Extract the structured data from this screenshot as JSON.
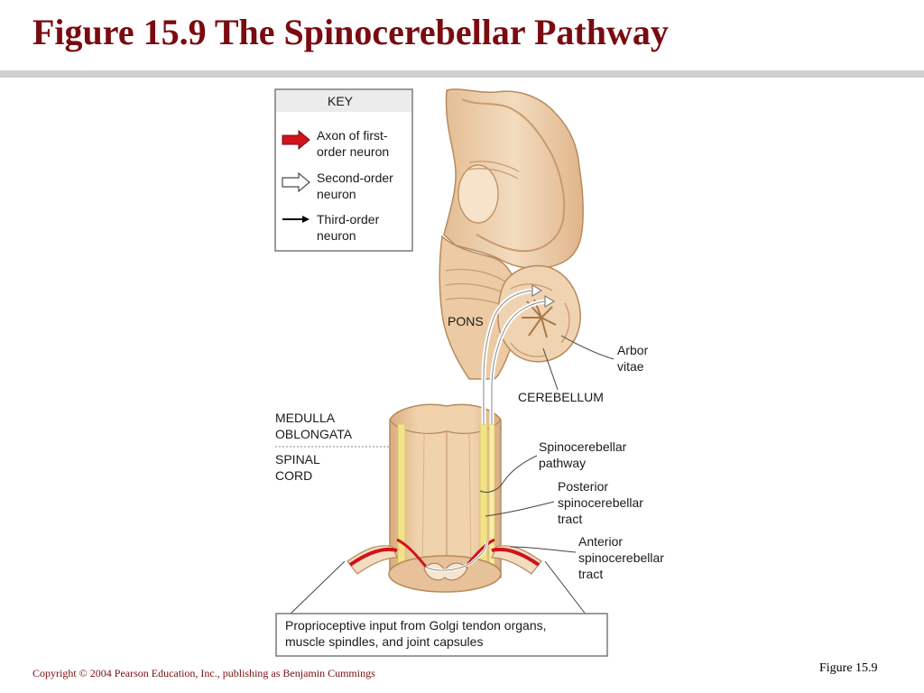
{
  "slide": {
    "title": "Figure 15.9  The Spinocerebellar Pathway",
    "copyright": "Copyright © 2004 Pearson Education, Inc., publishing as Benjamin Cummings",
    "figure_number": "Figure 15.9"
  },
  "key": {
    "heading": "KEY",
    "items": [
      {
        "icon": "red-arrow-icon",
        "color": "#d0121b",
        "lines": [
          "Axon of first-",
          "order neuron"
        ]
      },
      {
        "icon": "hollow-arrow-icon",
        "color": "#ffffff",
        "lines": [
          "Second-order",
          "neuron"
        ]
      },
      {
        "icon": "black-arrow-icon",
        "color": "#000000",
        "lines": [
          "Third-order",
          "neuron"
        ]
      }
    ]
  },
  "labels": {
    "pons": "PONS",
    "arbor_vitae": [
      "Arbor",
      "vitae"
    ],
    "cerebellum": "CEREBELLUM",
    "medulla": [
      "MEDULLA",
      "OBLONGATA"
    ],
    "spinal_cord": [
      "SPINAL",
      "CORD"
    ],
    "spinocerebellar_pathway": [
      "Spinocerebellar",
      "pathway"
    ],
    "posterior_tract": [
      "Posterior",
      "spinocerebellar",
      "tract"
    ],
    "anterior_tract": [
      "Anterior",
      "spinocerebellar",
      "tract"
    ]
  },
  "caption_box": {
    "lines": [
      "Proprioceptive input from Golgi tendon organs,",
      "muscle spindles, and joint capsules"
    ]
  },
  "colors": {
    "title": "#7a0b10",
    "tissue": "#e9c8a3",
    "tissue_dark": "#c99a6d",
    "tract_yellow": "#f2e38a",
    "first_order_red": "#d0121b"
  }
}
